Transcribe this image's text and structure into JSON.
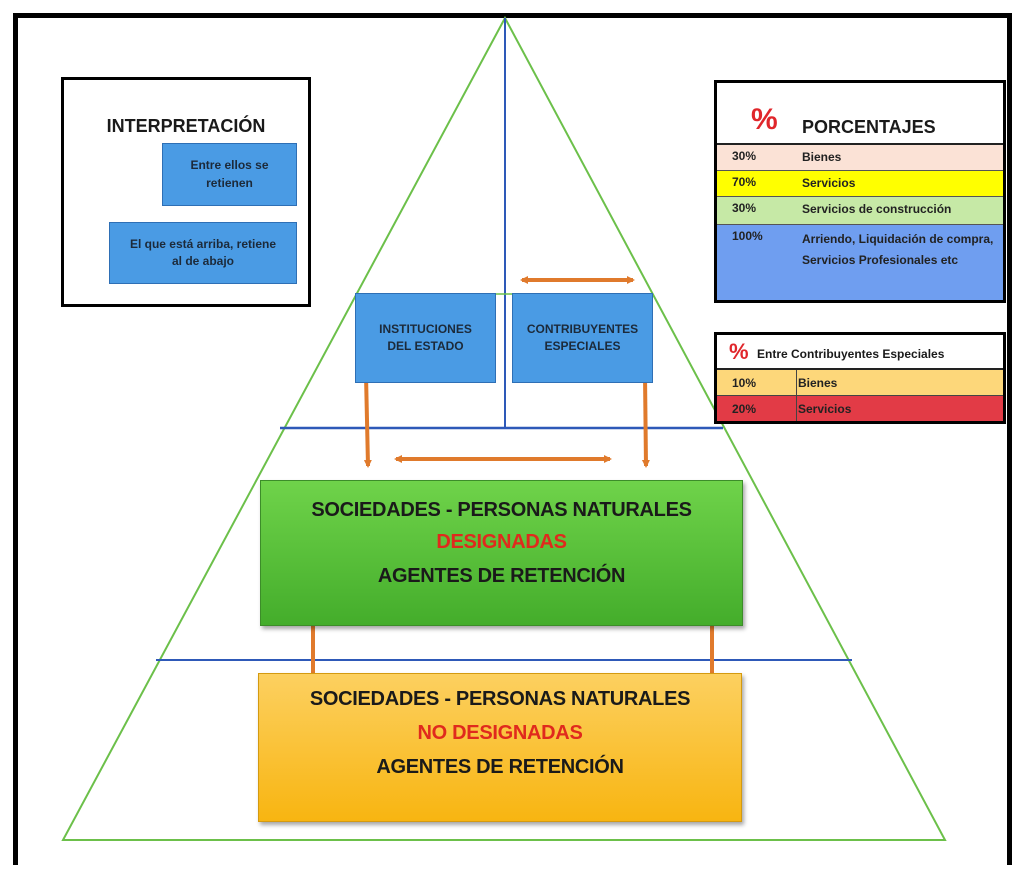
{
  "interpretacion": {
    "title": "INTERPRETACIÓN",
    "horizontal_arrow_meaning": "Entre ellos se\nretienen",
    "vertical_arrow_meaning": "El que está arriba, retiene\nal de abajo"
  },
  "porcentajes": {
    "title": "PORCENTAJES",
    "icon_text": "%",
    "rows": [
      {
        "percent": "30%",
        "label": "Bienes",
        "color": "#fbe2d6"
      },
      {
        "percent": "70%",
        "label": "Servicios",
        "color": "#ffff00"
      },
      {
        "percent": "30%",
        "label": "Servicios de construcción",
        "color": "#c6e9a6"
      },
      {
        "percent": "100%",
        "label": "Arriendo, Liquidación de compra, Servicios Profesionales etc",
        "color": "#6f9ef0"
      }
    ]
  },
  "contribuyentes_especiales": {
    "title": "Entre Contribuyentes Especiales",
    "icon_text": "%",
    "rows": [
      {
        "percent": "10%",
        "label": "Bienes",
        "color": "#fdd77a"
      },
      {
        "percent": "20%",
        "label": "Servicios",
        "color": "#e23b46"
      }
    ]
  },
  "pyramid": {
    "top_left_box": "INSTITUCIONES\nDEL ESTADO",
    "top_right_box": "CONTRIBUYENTES\nESPECIALES",
    "middle": {
      "line1": "SOCIEDADES - PERSONAS NATURALES",
      "line2": "DESIGNADAS",
      "line3": "AGENTES DE RETENCIÓN",
      "color": "#55bf36"
    },
    "bottom": {
      "line1": "SOCIEDADES - PERSONAS NATURALES",
      "line2": "NO DESIGNADAS",
      "line3": "AGENTES DE RETENCIÓN",
      "color": "#f9bf2a"
    }
  },
  "colors": {
    "pyramid_outline": "#6cc04a",
    "divider": "#2e59b8",
    "arrow": "#e07a2c",
    "box_blue": "#4a9be4",
    "highlight_red": "#e02a1d"
  }
}
